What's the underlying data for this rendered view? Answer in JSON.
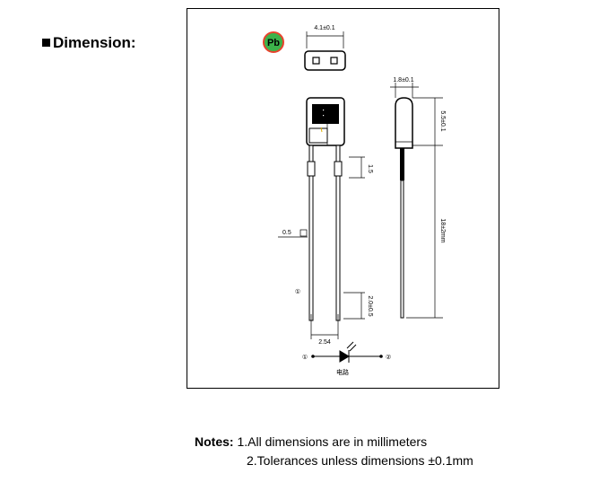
{
  "heading": "Dimension:",
  "badge_text": "Pb",
  "dims": {
    "top_width": "4.1±0.1",
    "side_width": "1.8±0.1",
    "body_height": "5.5±0.1",
    "lead_length": "18±2mm",
    "lead_step": "1.5",
    "lead_width": "0.5",
    "lead_end": "2.0±0.5",
    "pitch": "2.54"
  },
  "pins": {
    "pin1": "①",
    "pin2": "②"
  },
  "symbol_label": "电路",
  "notes": {
    "label": "Notes:",
    "line1": "1.All dimensions are in millimeters",
    "line2": "2.Tolerances unless dimensions ±0.1mm"
  },
  "colors": {
    "badge_fill": "#3cb34a",
    "badge_ring": "#e8432e"
  }
}
